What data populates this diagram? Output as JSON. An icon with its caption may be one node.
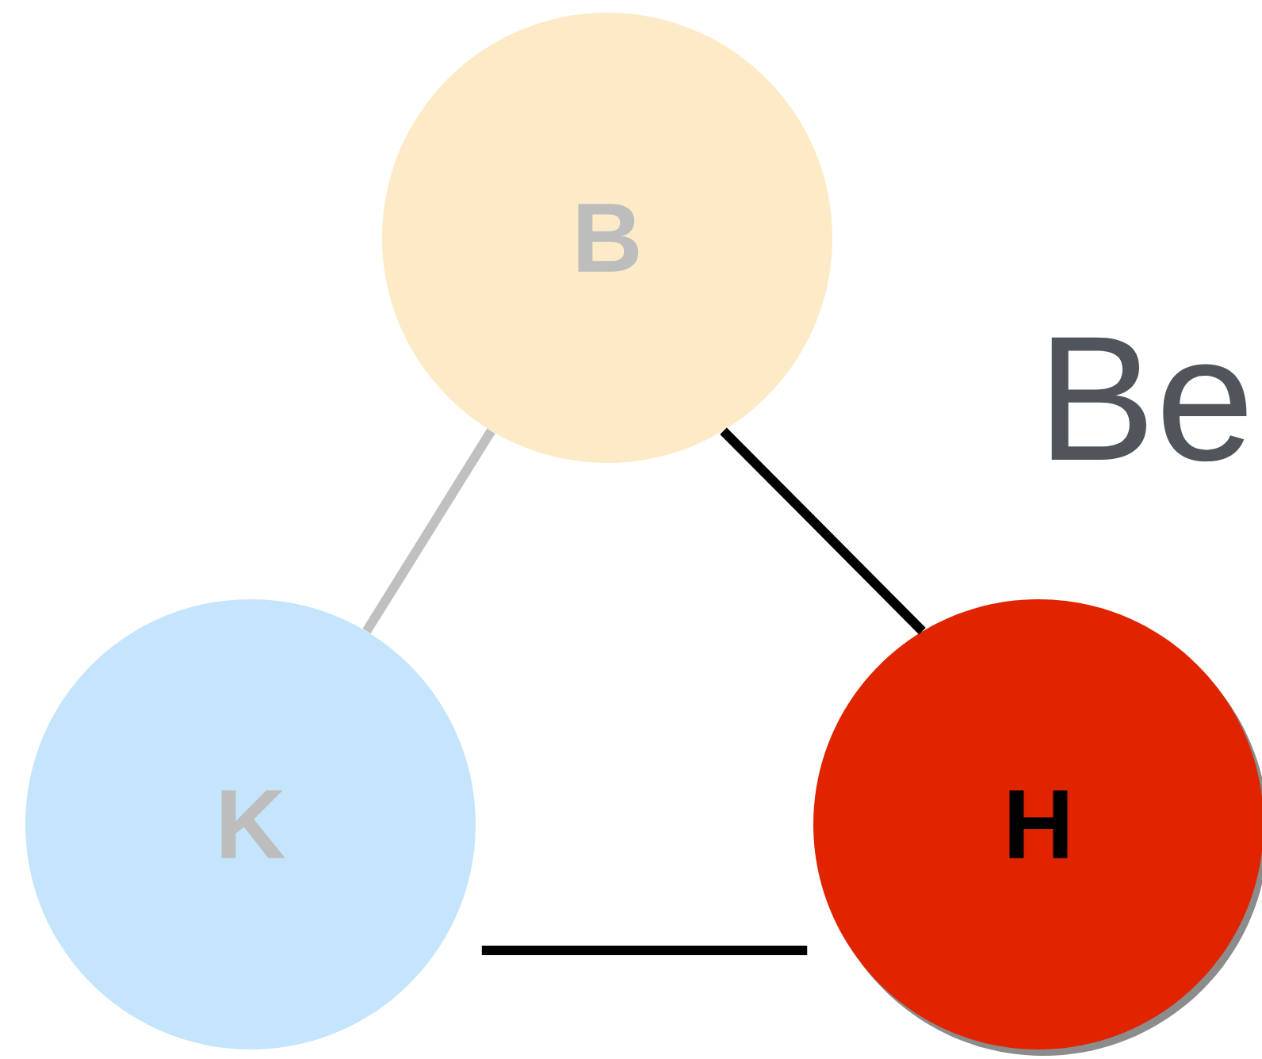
{
  "diagram": {
    "nodes": [
      {
        "text": [
          "B"
        ]
      },
      {
        "text": [
          "K"
        ]
      },
      {
        "text": [
          "H"
        ]
      }
    ],
    "edges": [
      {
        "from": 0,
        "to": 1,
        "arrow": "none",
        "color": "#c0c0c0"
      },
      {
        "from": 0,
        "to": 2,
        "arrow": "none"
      },
      {
        "from": 1,
        "to": 2,
        "arrow": "none"
      }
    ],
    "labels": [
      "Be"
    ]
  }
}
